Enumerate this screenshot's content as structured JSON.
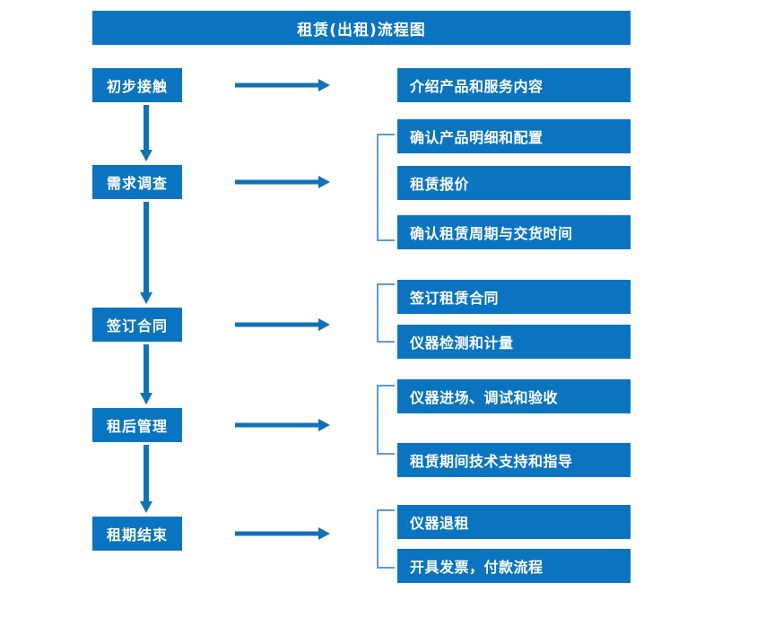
{
  "chart_data": {
    "type": "diagram",
    "title": "租赁(出租)流程图",
    "diagram_kind": "flowchart",
    "orientation": "vertical-stages-with-right-tasks",
    "stages": [
      {
        "label": "初步接触",
        "tasks": [
          "介绍产品和服务内容"
        ]
      },
      {
        "label": "需求调查",
        "tasks": [
          "确认产品明细和配置",
          "租赁报价",
          "确认租赁周期与交货时间"
        ]
      },
      {
        "label": "签订合同",
        "tasks": [
          "签订租赁合同",
          "仪器检测和计量"
        ]
      },
      {
        "label": "租后管理",
        "tasks": [
          "仪器进场、调试和验收",
          "租赁期间技术支持和指导"
        ]
      },
      {
        "label": "租期结束",
        "tasks": [
          "仪器退租",
          "开具发票，付款流程"
        ]
      }
    ]
  },
  "header": {
    "title": "租赁(出租)流程图"
  },
  "stages": [
    {
      "label": "初步接触"
    },
    {
      "label": "需求调查"
    },
    {
      "label": "签订合同"
    },
    {
      "label": "租后管理"
    },
    {
      "label": "租期结束"
    }
  ],
  "tasks": [
    {
      "label": "介绍产品和服务内容"
    },
    {
      "label": "确认产品明细和配置"
    },
    {
      "label": "租赁报价"
    },
    {
      "label": "确认租赁周期与交货时间"
    },
    {
      "label": "签订租赁合同"
    },
    {
      "label": "仪器检测和计量"
    },
    {
      "label": "仪器进场、调试和验收"
    },
    {
      "label": "租赁期间技术支持和指导"
    },
    {
      "label": "仪器退租"
    },
    {
      "label": "开具发票，付款流程"
    }
  ],
  "colors": {
    "box_blue": "#0a74c0",
    "arrow_blue": "#1071b8",
    "bracket_blue": "#5b9bd5",
    "box_text": "#ffffff",
    "background": "#ffffff"
  },
  "connectors": {
    "down_arrow_name": "down-arrow",
    "right_arrow_name": "right-arrow",
    "bracket_name": "group-bracket"
  }
}
